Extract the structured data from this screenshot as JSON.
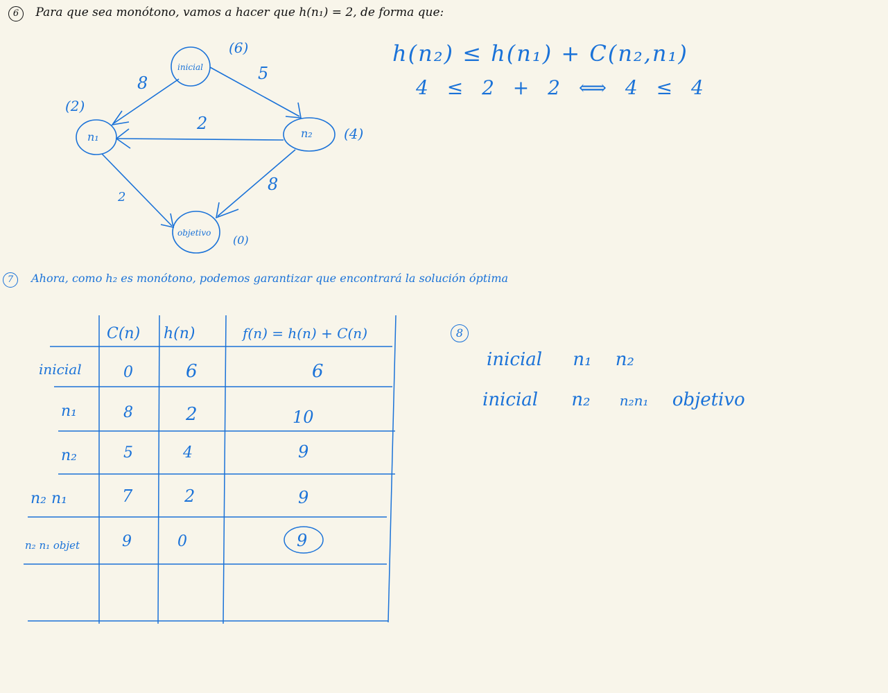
{
  "q6": {
    "number": "6",
    "text": "Para que sea monótono, vamos a hacer que h(n₁) = 2, de forma que:",
    "ineq_line1": "h(n₂) ≤ h(n₁) + C(n₂,n₁)",
    "ineq_line2": "4 ≤ 2 + 2 ⟺ 4 ≤ 4"
  },
  "graph": {
    "nodes": {
      "inicial": {
        "label": "inicial",
        "h": "(6)"
      },
      "n1": {
        "label": "n₁",
        "h": "(2)"
      },
      "n2": {
        "label": "n₂",
        "h": "(4)"
      },
      "objetivo": {
        "label": "objetivo",
        "h": "(0)"
      }
    },
    "edges": {
      "inicial_n1": "8",
      "inicial_n2": "5",
      "n2_n1": "2",
      "n1_objetivo": "2",
      "n2_objetivo": "8"
    }
  },
  "q7": {
    "number": "7",
    "text": "Ahora, como h₂ es monótono, podemos garantizar que encontrará la solución óptima"
  },
  "table": {
    "headers": [
      "C(n)",
      "h(n)",
      "f(n) = h(n) + C(n)"
    ],
    "rows": [
      {
        "node": "inicial",
        "c": "0",
        "h": "6",
        "f": "6"
      },
      {
        "node": "n₁",
        "c": "8",
        "h": "2",
        "f": "10"
      },
      {
        "node": "n₂",
        "c": "5",
        "h": "4",
        "f": "9"
      },
      {
        "node": "n₂ n₁",
        "c": "7",
        "h": "2",
        "f": "9"
      },
      {
        "node": "n₂ n₁ objet",
        "c": "9",
        "h": "0",
        "f": "9"
      }
    ]
  },
  "q8": {
    "number": "8",
    "path1": [
      "inicial",
      "n₁",
      "n₂"
    ],
    "path2": [
      "inicial",
      "n₂",
      "n₂n₁",
      "objetivo"
    ]
  }
}
